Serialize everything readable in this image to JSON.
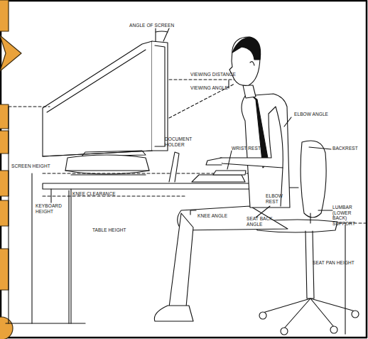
{
  "diagram": {
    "labels": [
      "ANGLE OF SCREEN",
      "VIEWING DISTANCE",
      "VIEWING ANGLE",
      "ELBOW ANGLE",
      "DOCUMENT HOLDER",
      "WRIST REST",
      "BACKREST",
      "SCREEN HEIGHT",
      "KNEE CLEARANCE",
      "ELBOW REST",
      "LUMBAR (LOWER BACK) SUPPORT",
      "KNEE ANGLE",
      "SEAT BACK ANGLE",
      "KEYBOARD HEIGHT",
      "TABLE HEIGHT",
      "SEAT PAN HEIGHT"
    ]
  }
}
